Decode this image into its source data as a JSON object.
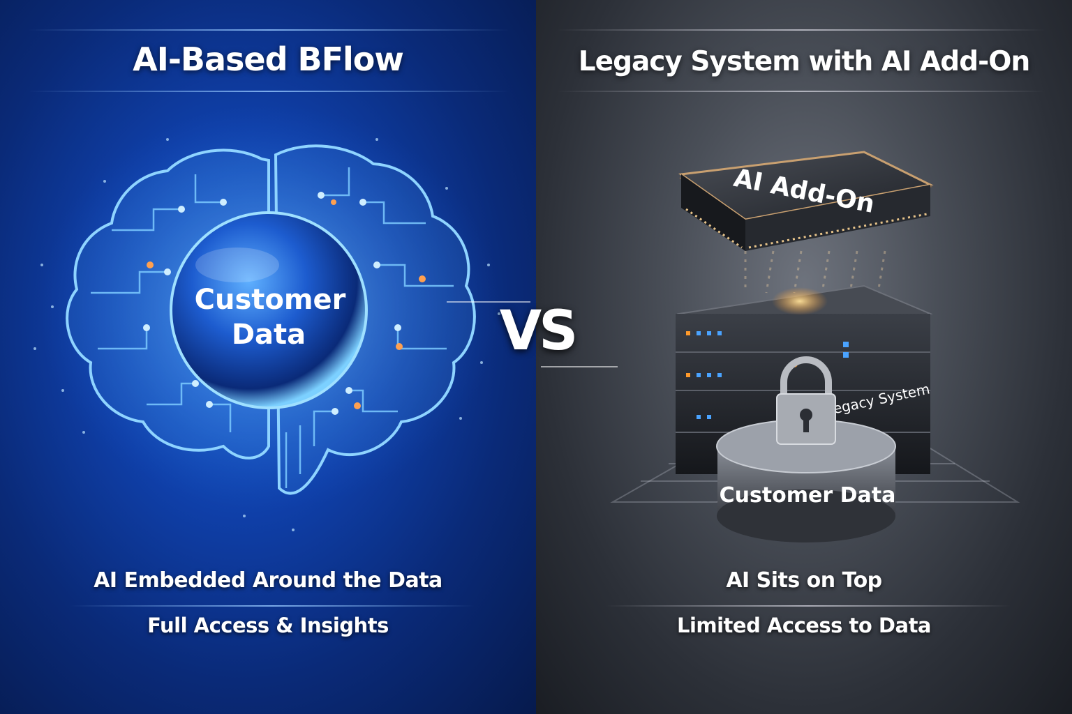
{
  "left_panel": {
    "title": "AI-Based BFlow",
    "center_label_line1": "Customer",
    "center_label_line2": "Data",
    "caption_primary": "AI Embedded Around the Data",
    "caption_secondary": "Full Access & Insights",
    "accent_color": "#1f6bff",
    "icon": "circuit-brain-icon"
  },
  "vs_label": "VS",
  "right_panel": {
    "title": "Legacy System with AI Add-On",
    "chip_label": "AI Add-On",
    "server_label": "Legacy System",
    "disk_label": "Customer Data",
    "caption_primary": "AI Sits on Top",
    "caption_secondary": "Limited Access to Data",
    "accent_color": "#ff9a2a",
    "icons": [
      "ai-chip-icon",
      "server-stack-icon",
      "padlock-icon",
      "database-disk-icon"
    ]
  }
}
